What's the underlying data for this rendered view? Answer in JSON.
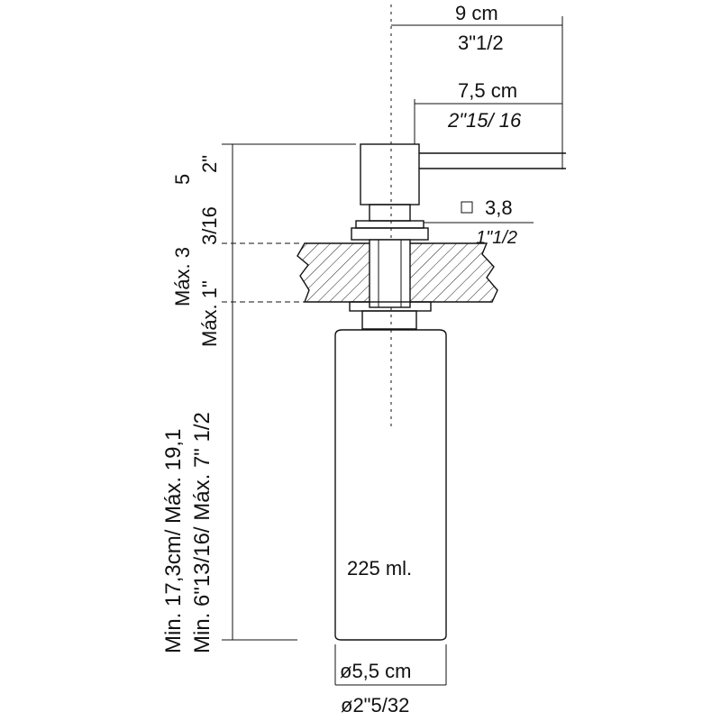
{
  "dimensions": {
    "spout_reach_cm": "9 cm",
    "spout_reach_in": "3\"1/2",
    "head_reach_cm": "7,5 cm",
    "head_reach_in": "2\"15/ 16",
    "head_height_cm": "5",
    "head_height_in": "2\"",
    "square_symbol": "□",
    "collar_cm": "3,8",
    "collar_in": "1\"1/2",
    "counter_cm": "Máx. 3",
    "counter_in_a": "3/16",
    "counter_in": "Máx. 1\"",
    "total_cm": "Min. 17,3cm/ Máx.   19,1",
    "total_in": "Min. 6\"13/16/ Máx. 7\" 1/2",
    "bottle_volume": "225 ml.",
    "bottle_diameter_cm": "ø5,5 cm",
    "bottle_diameter_in": "ø2\"5/32"
  }
}
